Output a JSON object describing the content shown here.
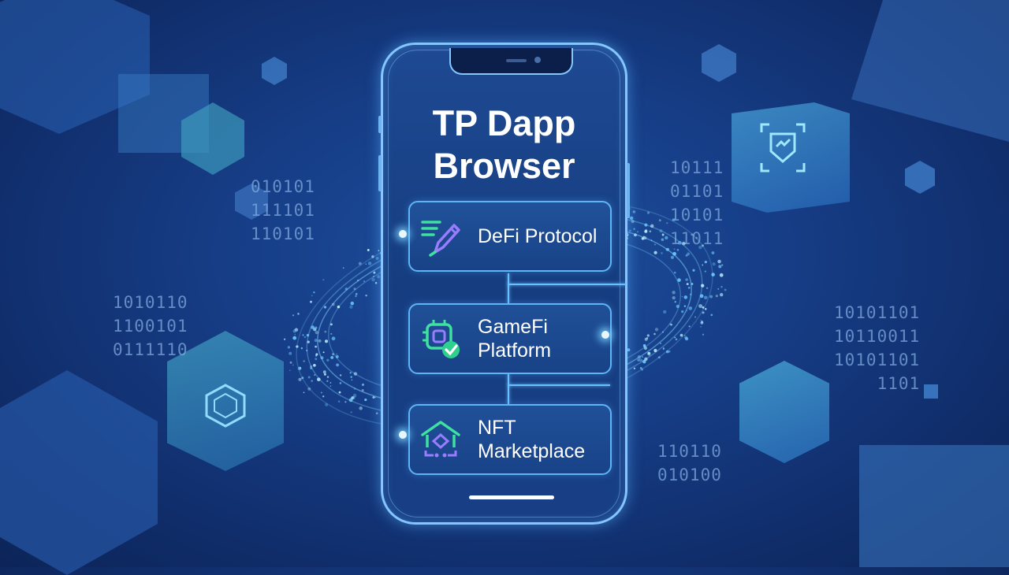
{
  "app_title_line1": "TP Dapp",
  "app_title_line2": "Browser",
  "cards": [
    {
      "name": "defi",
      "icon": "pen-list-icon",
      "label": "DeFi Protocol"
    },
    {
      "name": "gamefi",
      "icon": "chip-check-icon",
      "label_line1": "GameFi",
      "label_line2": "Platform"
    },
    {
      "name": "nft",
      "icon": "house-token-icon",
      "label_line1": "NFT",
      "label_line2": "Marketplace"
    }
  ],
  "binary": {
    "left_top": [
      "010101",
      "111101",
      "110101"
    ],
    "left_mid": [
      "1010110",
      "1100101",
      "0111110"
    ],
    "right_top": [
      "10111",
      "01101",
      "10101",
      "11011"
    ],
    "right_mid": [
      "10101101",
      "10110011",
      "10101101",
      "1101"
    ],
    "right_low": [
      "110110",
      "010100"
    ]
  },
  "colors": {
    "background": "#163d86",
    "phone_border": "#84c6ff",
    "card_border": "#5fb4f5",
    "accent_glow": "#6ac0ff",
    "icon_green": "#3fe0a0",
    "icon_purple": "#9b7cff"
  }
}
